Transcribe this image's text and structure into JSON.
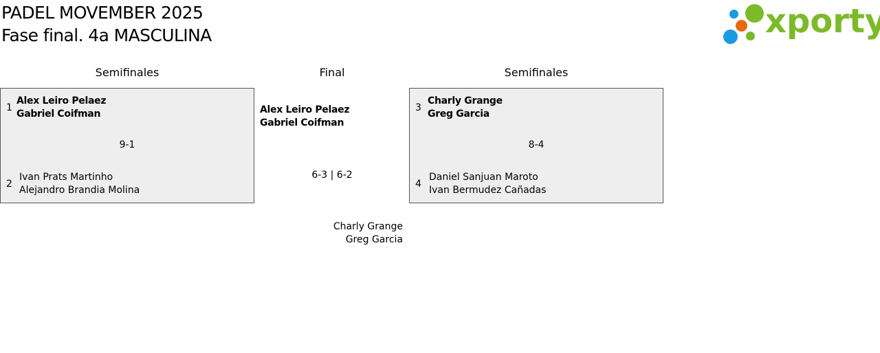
{
  "header": {
    "title_line1": "PADEL MOVEMBER 2025",
    "title_line2": "Fase final. 4a MASCULINA"
  },
  "logo": {
    "wordmark": "xporty",
    "icon": "xporty-dots-logo",
    "colors": {
      "green": "#7dba2a",
      "blue": "#1a9be0",
      "orange": "#e8690f"
    }
  },
  "rounds": {
    "left_heading": "Semifinales",
    "final_heading": "Final",
    "right_heading": "Semifinales"
  },
  "semifinal_left": {
    "top_seed": "1",
    "top_player1": "Alex Leiro Pelaez",
    "top_player2": "Gabriel Coifman",
    "score": "9-1",
    "bottom_seed": "2",
    "bottom_player1": "Ivan Prats Martinho",
    "bottom_player2": "Alejandro Brandia Molina"
  },
  "semifinal_right": {
    "top_seed": "3",
    "top_player1": "Charly Grange",
    "top_player2": "Greg Garcia",
    "score": "8-4",
    "bottom_seed": "4",
    "bottom_player1": "Daniel Sanjuan Maroto",
    "bottom_player2": "Ivan Bermudez Cañadas"
  },
  "final": {
    "top_player1": "Alex Leiro Pelaez",
    "top_player2": "Gabriel Coifman",
    "score": "6-3 | 6-2",
    "bottom_player1": "Charly Grange",
    "bottom_player2": "Greg Garcia"
  },
  "colors": {
    "box_background": "#eeeeee",
    "box_border": "#555555"
  }
}
